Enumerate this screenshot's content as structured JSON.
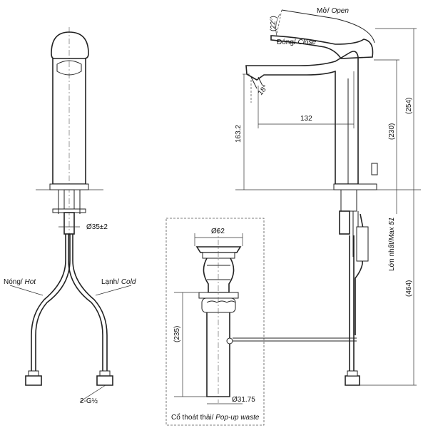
{
  "labels": {
    "open_prefix": "Mở/ ",
    "open": "Open",
    "close_prefix": "Đóng/ ",
    "close": "Close",
    "angle_22": "(22°)",
    "angle_18": "18°",
    "dim_132": "132",
    "dim_163": "163.2",
    "dim_230": "(230)",
    "dim_254": "(254)",
    "dim_464": "(464)",
    "max_prefix": "Lớn nhất/",
    "max": "Max 51",
    "dia_35": "Ø35±2",
    "dia_62": "Ø62",
    "dia_3175": "Ø31.75",
    "dim_235": "(235)",
    "hot_prefix": "Nóng/ ",
    "hot": "Hot",
    "cold_prefix": "Lạnh/ ",
    "cold": "Cold",
    "thread": "2-G½",
    "waste_prefix": "Cổ thoát thải/ ",
    "waste": "Pop-up waste"
  }
}
